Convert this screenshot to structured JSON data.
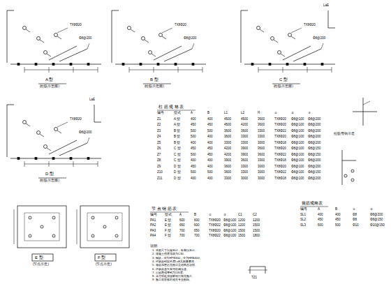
{
  "diagram": {
    "labels": [
      "A 型",
      "B 型",
      "C 型",
      "D 型",
      "E 型",
      "F 型",
      "(柱筋示意图)",
      "(柱筋示意图)",
      "(柱筋示意图)",
      "(柱筋示意图)",
      "(节点示意)",
      "(节点示意)",
      "TX8Φ20",
      "Φ8@200",
      "TX8Φ20",
      "Φ8@200",
      "TX8Φ20",
      "Φ8@200",
      "TX8Φ20",
      "Φ8@200",
      "LaE",
      "LaE",
      "柱 筋 规 格 表",
      "编号",
      "型式",
      "A",
      "B",
      "L1",
      "L2",
      "H",
      "①",
      "②",
      "③",
      "Z1",
      "A 型",
      "400",
      "400",
      "4500",
      "4500",
      "3600",
      "TX8Φ20",
      "Φ8@100",
      "Φ8@200",
      "Z2",
      "A 型",
      "450",
      "450",
      "4500",
      "4200",
      "3600",
      "TX8Φ20",
      "Φ8@100",
      "Φ8@200",
      "Z3",
      "B 型",
      "500",
      "500",
      "3600",
      "3600",
      "3300",
      "TX8Φ22",
      "Φ8@100",
      "Φ8@200",
      "Z4",
      "B 型",
      "500",
      "400",
      "3600",
      "3300",
      "3300",
      "TX8Φ20",
      "Φ8@100",
      "Φ8@200",
      "Z5",
      "B 型",
      "400",
      "400",
      "3300",
      "3300",
      "3000",
      "TX8Φ18",
      "Φ8@100",
      "Φ8@200",
      "Z6",
      "C 型",
      "450",
      "450",
      "4200",
      "3900",
      "3600",
      "TX8Φ20",
      "Φ8@100",
      "Φ8@150",
      "Z7",
      "C 型",
      "500",
      "450",
      "4200",
      "3900",
      "3600",
      "TX8Φ22",
      "Φ8@100",
      "Φ8@150",
      "Z8",
      "C 型",
      "400",
      "400",
      "3900",
      "3600",
      "3300",
      "TX8Φ18",
      "Φ8@100",
      "Φ8@200",
      "Z9",
      "D 型",
      "450",
      "400",
      "3600",
      "3300",
      "3000",
      "TX8Φ20",
      "Φ8@100",
      "Φ8@200",
      "Z10",
      "D 型",
      "500",
      "500",
      "3600",
      "3300",
      "3000",
      "TX8Φ22",
      "Φ8@100",
      "Φ8@150",
      "Z11",
      "D 型",
      "400",
      "400",
      "3300",
      "3000",
      "3000",
      "TX8Φ18",
      "Φ8@100",
      "Φ8@200",
      "节 点 钢 筋 表",
      "编号",
      "型式",
      "A",
      "B",
      "①",
      "②",
      "C1",
      "C2",
      "PA1",
      "E 型",
      "600",
      "600",
      "TX8Φ20",
      "Φ8@100",
      "1200",
      "1200",
      "PA2",
      "E 型",
      "650",
      "600",
      "TX8Φ22",
      "Φ8@100",
      "1200",
      "1500",
      "PA3",
      "F 型",
      "700",
      "650",
      "TX8Φ20",
      "Φ8@100",
      "1500",
      "1500",
      "PA4",
      "F 型",
      "700",
      "700",
      "TX8Φ22",
      "Φ8@100",
      "1500",
      "1800",
      "箍筋规格表",
      "编号",
      "A",
      "B",
      "①",
      "②",
      "SL1",
      "400",
      "400",
      "Φ8",
      "Φ8@200",
      "SL2",
      "450",
      "450",
      "Φ8",
      "Φ8@150",
      "SL3",
      "500",
      "500",
      "Φ10",
      "Φ10@150",
      "拉筋弯钩示意",
      "说明:",
      "1. 本图尺寸以毫米计，标高以米计。",
      "2. 混凝土强度等级为C30。",
      "3. 钢筋：Φ为HPB300，Φ为HRB400。",
      "4. 柱纵筋锚固长度LaE见图集要求。",
      "5. 箍筋加密区范围详见结构总说明。",
      "6. 柱纵筋接头采用机械连接。",
      "7. 拉筋两端弯钩为135度。",
      "8. 未注明处按国家现行规范施工。",
      "9. 施工前应核对相关专业图纸。",
      "TZ1"
    ]
  }
}
